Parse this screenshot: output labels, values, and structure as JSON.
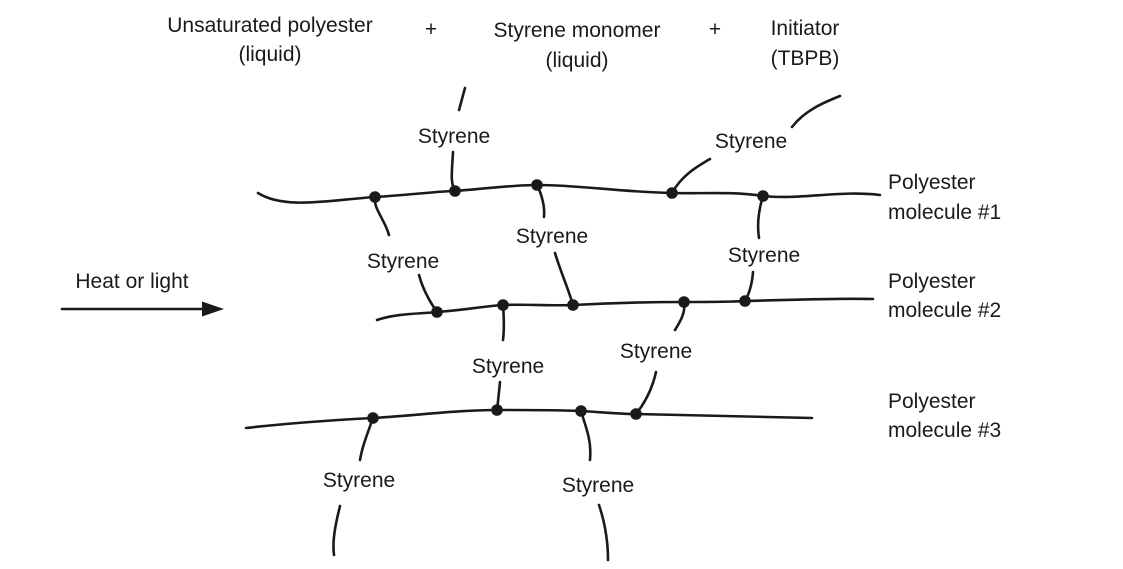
{
  "reactants": [
    {
      "name": "Unsaturated polyester",
      "state": "(liquid)"
    },
    {
      "name": "Styrene monomer",
      "state": "(liquid)"
    },
    {
      "name": "Initiator",
      "state": "(TBPB)"
    }
  ],
  "plus_sign": "+",
  "condition": "Heat or light",
  "crosslink_label": "Styrene",
  "chains": [
    {
      "line1": "Polyester",
      "line2": "molecule #1"
    },
    {
      "line1": "Polyester",
      "line2": "molecule #2"
    },
    {
      "line1": "Polyester",
      "line2": "molecule #3"
    }
  ]
}
